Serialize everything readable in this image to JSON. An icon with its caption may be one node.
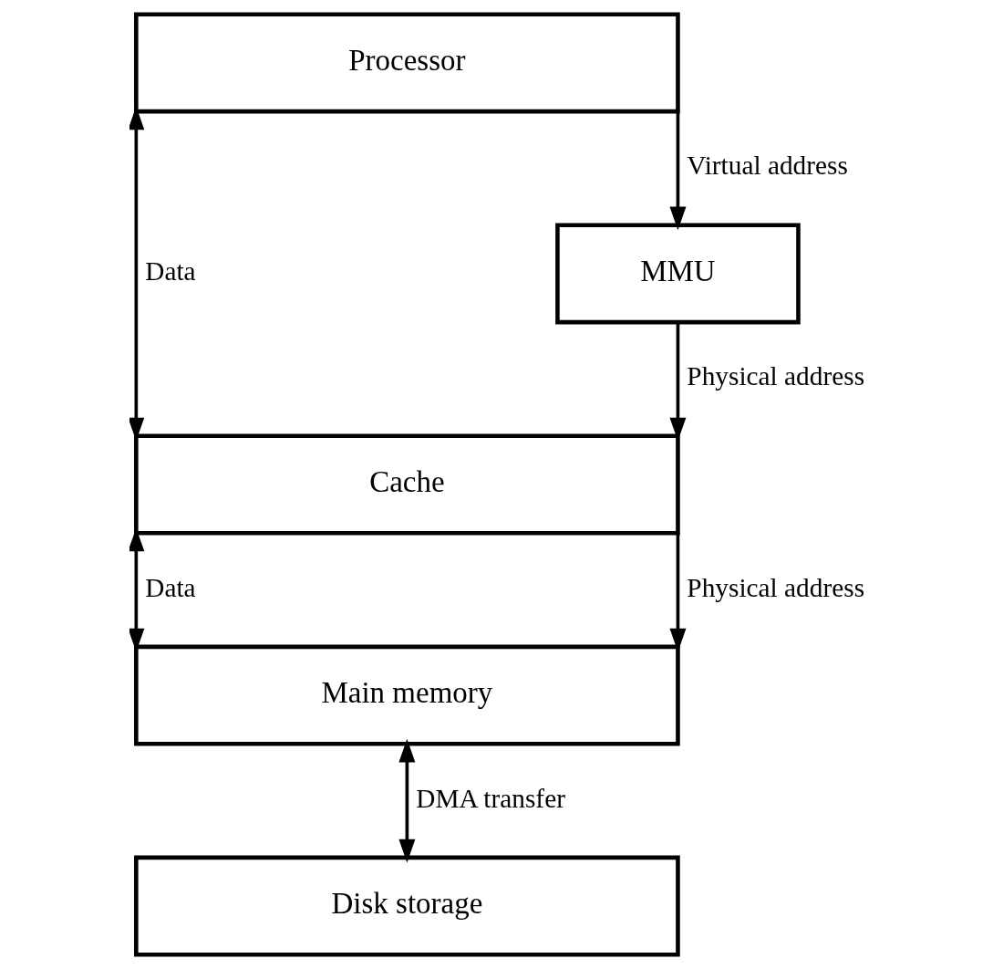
{
  "diagram": {
    "nodes": [
      {
        "text": [
          "Processor"
        ]
      },
      {
        "text": [
          "MMU"
        ]
      },
      {
        "text": [
          "Cache"
        ]
      },
      {
        "text": [
          "Main memory"
        ]
      },
      {
        "text": [
          "Disk storage"
        ]
      }
    ],
    "edges": [
      {
        "from": 0,
        "to": 2,
        "arrow": "both",
        "label": "Data"
      },
      {
        "from": 0,
        "to": 1,
        "arrow": "to",
        "label": "Virtual address"
      },
      {
        "from": 1,
        "to": 2,
        "arrow": "to",
        "label": "Physical address"
      },
      {
        "from": 2,
        "to": 3,
        "arrow": "both",
        "label": "Data"
      },
      {
        "from": 2,
        "to": 3,
        "arrow": "to",
        "label": "Physical address"
      },
      {
        "from": 3,
        "to": 4,
        "arrow": "both",
        "label": "DMA transfer"
      }
    ]
  }
}
